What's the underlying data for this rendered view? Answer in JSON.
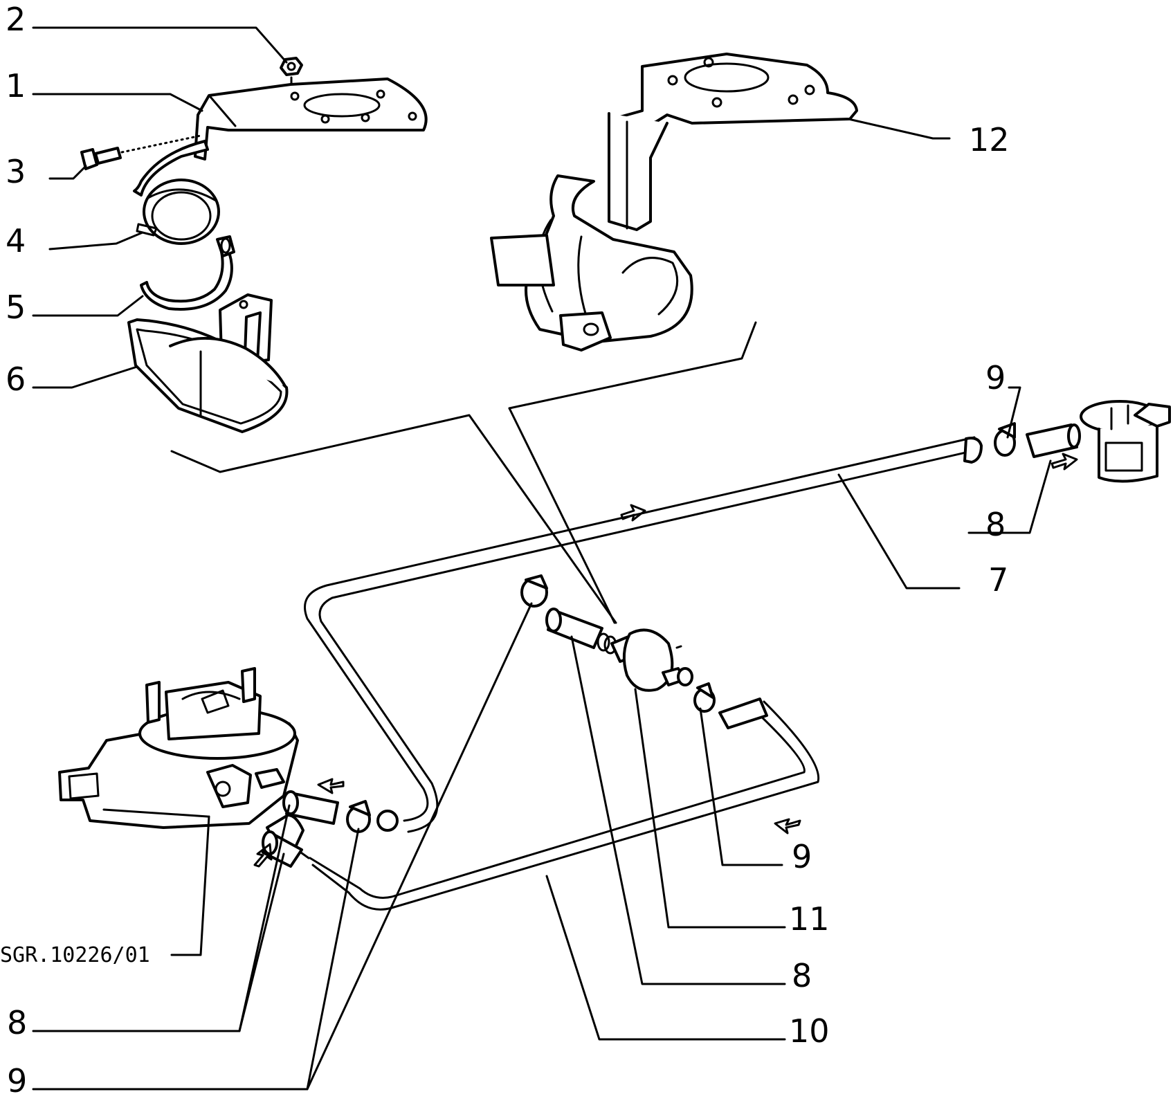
{
  "drawing_code": "SGR.10226/01",
  "callouts": {
    "c1": "1",
    "c2": "2",
    "c3": "3",
    "c4": "4",
    "c5": "5",
    "c6": "6",
    "c7": "7",
    "c8_top": "8",
    "c9_top": "9",
    "c12": "12",
    "c9_mid": "9",
    "c11": "11",
    "c8_mid": "8",
    "c10": "10",
    "c8_bottom": "8",
    "c9_bottom": "9"
  },
  "line_color": "#000000",
  "background_color": "#ffffff"
}
